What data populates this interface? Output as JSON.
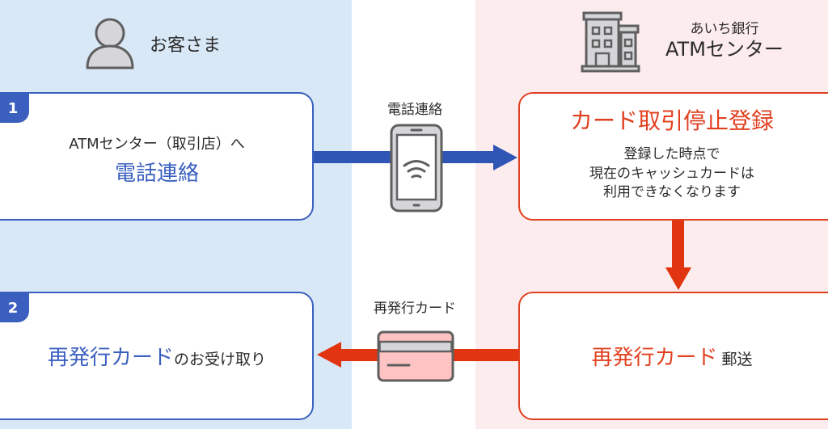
{
  "columns": {
    "customer": {
      "title": "お客さま",
      "icon": "person-icon"
    },
    "bank": {
      "bank_name": "あいち銀行",
      "center_name": "ATMセンター",
      "icon": "building-icon"
    }
  },
  "steps": [
    {
      "number": "1",
      "line1": "ATMセンター（取引店）へ",
      "line2": "電話連絡"
    },
    {
      "number": "2",
      "highlight": "再発行カード",
      "rest": "のお受け取り"
    }
  ],
  "bank_boxes": [
    {
      "title": "カード取引停止登録",
      "body": [
        "登録した時点で",
        "現在のキャッシュカードは",
        "利用できなくなります"
      ]
    },
    {
      "highlight": "再発行カード",
      "rest": "郵送"
    }
  ],
  "connectors": [
    {
      "label": "電話連絡",
      "icon": "smartphone-icon",
      "direction": "right"
    },
    {
      "label": "再発行カード",
      "icon": "credit-card-icon",
      "direction": "left"
    }
  ],
  "colors": {
    "customer_accent": "#3a5fbf",
    "bank_accent": "#e1401f",
    "customer_bg": "#d9e8f6",
    "bank_bg": "#fdeced"
  }
}
